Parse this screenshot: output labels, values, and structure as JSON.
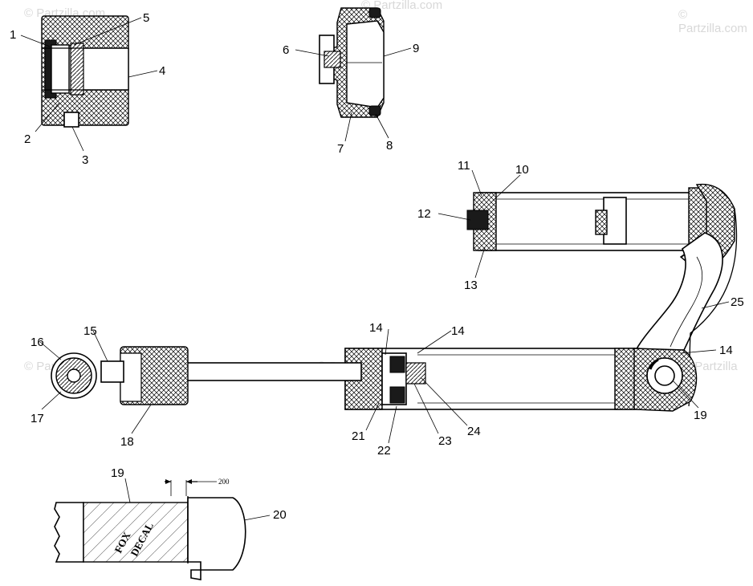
{
  "watermarks": [
    "© Partzilla.com",
    "© Partzilla.com",
    "© Partzilla.com",
    "© Partzilla",
    "© Partzilla",
    "© Partzilla"
  ],
  "callouts": [
    "1",
    "2",
    "3",
    "4",
    "5",
    "6",
    "7",
    "8",
    "9",
    "10",
    "11",
    "12",
    "13",
    "14",
    "14",
    "14",
    "15",
    "16",
    "17",
    "18",
    "19",
    "19",
    "20",
    "21",
    "22",
    "23",
    "24",
    "25"
  ],
  "decal_text": [
    "FOX",
    "DECAL"
  ],
  "dimension": "200"
}
